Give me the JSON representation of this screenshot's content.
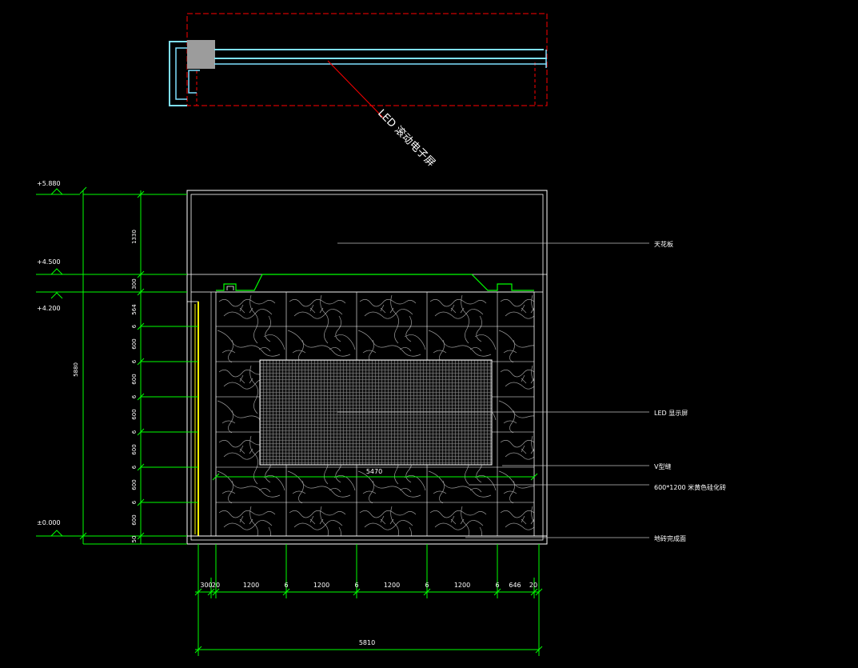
{
  "plan_view": {
    "led_label": "LED 滚动电子屏"
  },
  "elevation_marks": [
    {
      "key": "top",
      "label": "+5.880"
    },
    {
      "key": "ceiling",
      "label": "+4.500"
    },
    {
      "key": "cove",
      "label": "+4.200"
    },
    {
      "key": "floor",
      "label": "±0.000"
    }
  ],
  "left_dims": {
    "total": "5880",
    "rows": [
      "1330",
      "300",
      "564",
      "6",
      "600",
      "6",
      "600",
      "6",
      "600",
      "6",
      "600",
      "6",
      "600",
      "6",
      "600",
      "50"
    ]
  },
  "bottom_dims": {
    "segments": [
      "300",
      "20",
      "1200",
      "6",
      "1200",
      "6",
      "1200",
      "6",
      "1200",
      "6",
      "646",
      "20"
    ],
    "total": "5810"
  },
  "interior_dim": "5470",
  "callouts": [
    {
      "key": "ceiling",
      "text": "天花板"
    },
    {
      "key": "led",
      "text": "LED 显示屏"
    },
    {
      "key": "groove",
      "text": "V型缝"
    },
    {
      "key": "stone",
      "text": "600*1200  米黄色硅化砖"
    },
    {
      "key": "floor",
      "text": "地砖完成面"
    }
  ],
  "colors": {
    "background": "#000000",
    "dimension": "#00ff00",
    "outline": "#ffffff",
    "plan_frame": "#ff0000",
    "plan_band": "#7fe0ff",
    "yellow_strip": "#ffff00",
    "stone": "#9a9a9a",
    "leader": "#c0c0c0",
    "led_leader": "#ff0000"
  },
  "icons": {
    "elevation_marker": "level-triangle-icon",
    "tick": "dimension-tick-icon",
    "column": "column-square-icon"
  }
}
